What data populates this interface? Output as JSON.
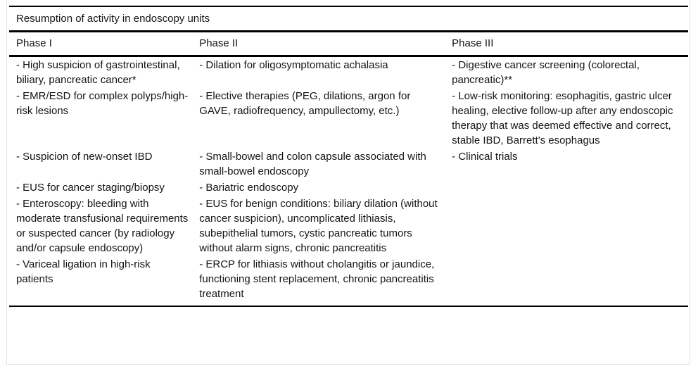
{
  "table": {
    "title": "Resumption of activity in endoscopy units",
    "columns": [
      "Phase I",
      "Phase II",
      "Phase III"
    ],
    "rows": [
      [
        "- High suspicion of gastrointestinal, biliary, pancreatic cancer*",
        "- Dilation for oligosymptomatic achalasia",
        "- Digestive cancer screening (colorectal, pancreatic)**"
      ],
      [
        "- EMR/ESD for complex polyps/high-risk lesions",
        "- Elective therapies (PEG, dilations, argon for GAVE, radiofrequency, ampullectomy, etc.)",
        "- Low-risk monitoring: esophagitis, gastric ulcer healing, elective follow-up after any endoscopic therapy that was deemed effective and correct, stable IBD, Barrett's esophagus"
      ],
      [
        "- Suspicion of new-onset IBD",
        "- Small-bowel and colon capsule associated with small-bowel endoscopy",
        "- Clinical trials"
      ],
      [
        "- EUS for cancer staging/biopsy",
        "- Bariatric endoscopy",
        ""
      ],
      [
        "- Enteroscopy: bleeding with moderate transfusional requirements or suspected cancer (by radiology and/or capsule endoscopy)",
        "- EUS for benign conditions: biliary dilation (without cancer suspicion), uncomplicated lithiasis, subepithelial tumors, cystic pancreatic tumors without alarm signs, chronic pancreatitis",
        ""
      ],
      [
        "- Variceal ligation in high-risk patients",
        "- ERCP for lithiasis without cholangitis or jaundice, functioning stent replacement, chronic pancreatitis treatment",
        ""
      ]
    ]
  },
  "colors": {
    "text": "#141414",
    "rule": "#000000",
    "frame_border": "#e2e2e2",
    "background": "#ffffff"
  }
}
